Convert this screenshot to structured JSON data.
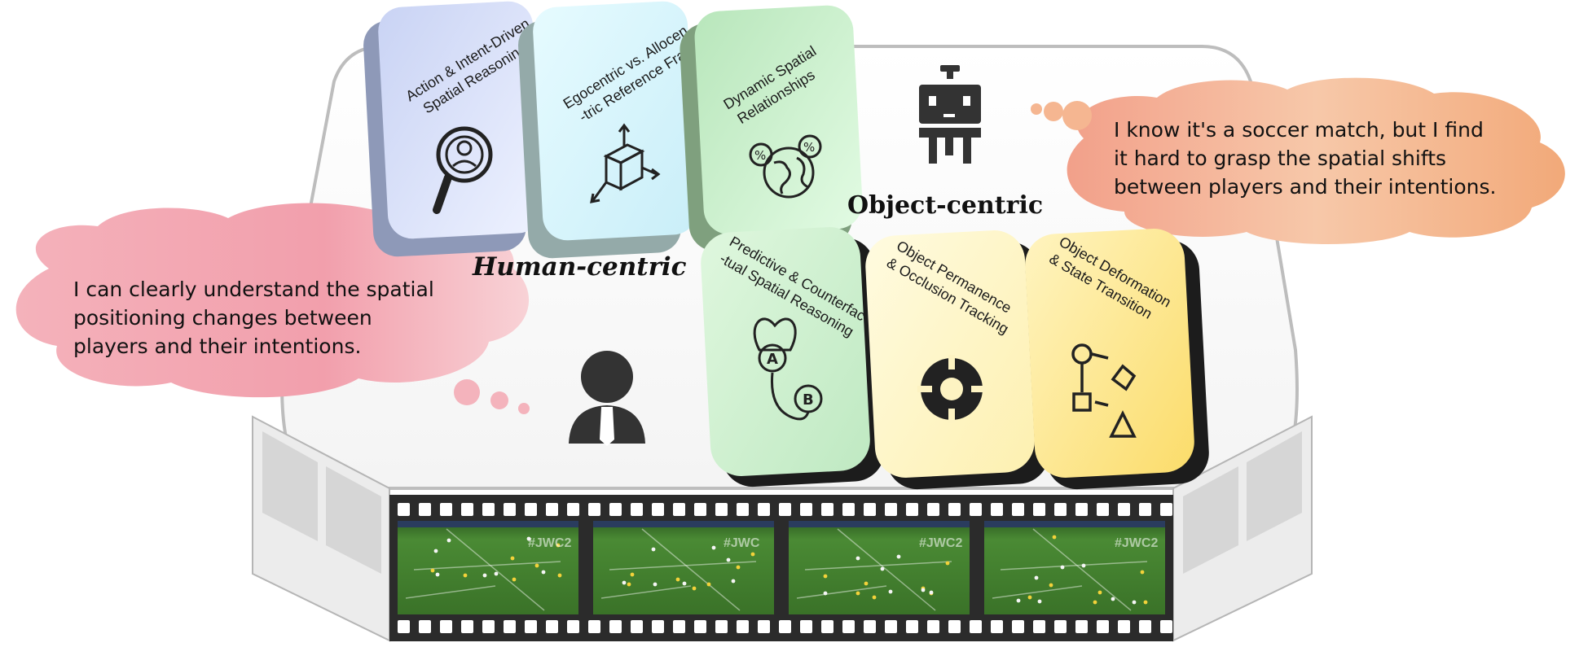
{
  "headings": {
    "human_centric": "Human-centric",
    "object_centric": "Object-centric"
  },
  "bubbles": {
    "human_lines": [
      "I can clearly understand the spatial",
      "positioning changes between",
      "players and their intentions."
    ],
    "robot_lines": [
      "I know it's a soccer match, but I find",
      "it hard to grasp the spatial shifts",
      "between players and their intentions."
    ]
  },
  "tiles": {
    "action_intent": [
      "Action & Intent-Driven",
      "Spatial Reasoning"
    ],
    "egocentric": [
      "Egocentric vs. Allocen",
      "-tric Reference Frames"
    ],
    "dynamic": [
      "Dynamic Spatial",
      "Relationships"
    ],
    "predictive": [
      "Predictive & Counterfac",
      "-tual Spatial Reasoning"
    ],
    "permanence": [
      "Object Permanence",
      "& Occlusion Tracking"
    ],
    "deformation": [
      "Object Deformation",
      "& State Transition"
    ]
  },
  "film_overlays": [
    "#JWC2",
    "#JWC",
    "#JWC2",
    "#JWC2"
  ],
  "colors": {
    "human_bubble": "#f2a9b3",
    "robot_bubble": "#f6b48f",
    "tile_blue": "#dfe6fb",
    "tile_cyan": "#d4f3f9",
    "tile_green": "#cdf2cf",
    "tile_yellow": "#fdf0a6",
    "field_green": "#3d7a2a",
    "film_dark": "#2b2b2b"
  }
}
